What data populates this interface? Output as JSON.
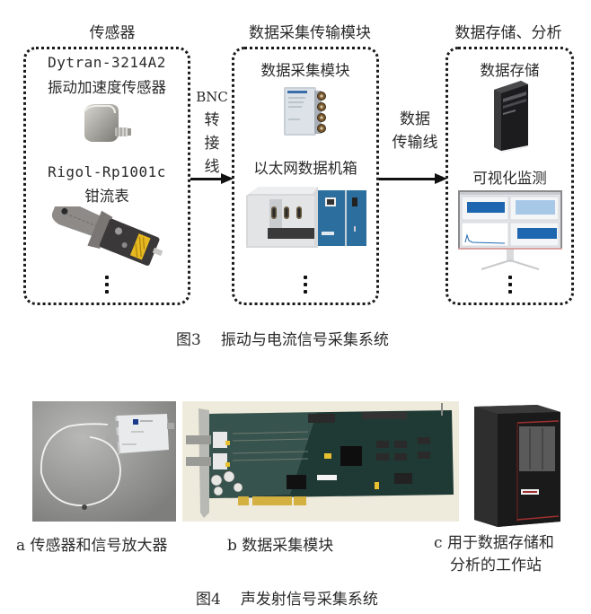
{
  "figure3": {
    "columns": {
      "sensors": {
        "heading": "传感器",
        "item1_model": "Dytran-3214A2",
        "item1_name": "振动加速度传感器",
        "item2_model": "Rigol-Rp1001c",
        "item2_name": "钳流表",
        "ellipsis": "⋮"
      },
      "acquisition": {
        "heading": "数据采集传输模块",
        "item1_name": "数据采集模块",
        "item2_name": "以太网数据机箱",
        "ellipsis": "⋮"
      },
      "storage": {
        "heading": "数据存储、分析",
        "item1_name": "数据存储",
        "item2_name": "可视化监测",
        "ellipsis": "⋮"
      }
    },
    "connectors": {
      "left": {
        "line1": "BNC",
        "line2": "转",
        "line3": "接",
        "line4": "线"
      },
      "right": {
        "line1": "数据",
        "line2": "传输线"
      }
    },
    "caption": {
      "number": "图3",
      "title": "振动与电流信号采集系统"
    }
  },
  "figure4": {
    "panels": [
      {
        "letter": "a",
        "label": "传感器和信号放大器"
      },
      {
        "letter": "b",
        "label": "数据采集模块"
      },
      {
        "letter": "c",
        "label_line1": "用于数据存储和",
        "label_line2": "分析的工作站"
      }
    ],
    "caption": {
      "number": "图4",
      "title": "声发射信号采集系统"
    }
  },
  "colors": {
    "box_border": "#1a1a1a",
    "ni_blue": "#2c6e9e",
    "clamp_yellow": "#e8b820",
    "tower_black": "#1e1e1e",
    "pcb_green": "#1f3a35",
    "gold_contacts": "#d4b040",
    "workstation_red_trim": "#a03030"
  }
}
